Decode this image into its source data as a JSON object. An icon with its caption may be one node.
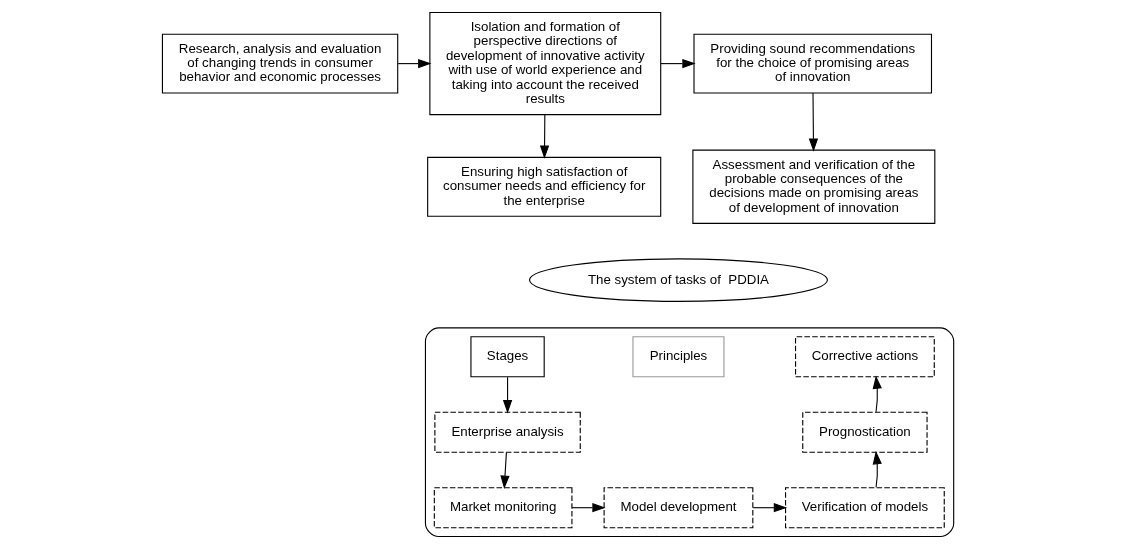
{
  "diagram": {
    "nodes": [
      {
        "text": [
          "Research, analysis and evaluation of changing trends in consumer behavior and economic processes"
        ]
      },
      {
        "text": [
          "Isolation and formation of perspective directions of development of innovative activity with use of world experience and taking into account the received results"
        ]
      },
      {
        "text": [
          "Providing sound recommendations for the choice of promising areas of innovation"
        ]
      },
      {
        "text": [
          "Ensuring high satisfaction of consumer needs and efficiency for the enterprise"
        ]
      },
      {
        "text": [
          "Assessment and verification of the probable consequences of the decisions made on promising areas of development of innovation"
        ]
      },
      {
        "text": [
          "The system of tasks of  PDDIA"
        ]
      },
      {
        "text": [],
        "shape": "ellipse"
      },
      {
        "text": [
          "Stages"
        ],
        "in": 6
      },
      {
        "text": [
          "Enterprise analysis"
        ],
        "in": 6
      },
      {
        "text": [
          "Market monitoring"
        ],
        "in": 6
      },
      {
        "text": [
          "Principles"
        ],
        "in": 6
      },
      {
        "text": [
          "Model development"
        ],
        "in": 6
      },
      {
        "text": [
          "Verification of models"
        ],
        "in": 6
      },
      {
        "text": [
          "Prognostication"
        ],
        "in": 6
      },
      {
        "text": [
          "Corrective actions"
        ],
        "in": 6
      }
    ],
    "edges": [
      {
        "from": 0,
        "to": 1,
        "arrow": "to"
      },
      {
        "from": 1,
        "to": 2,
        "arrow": "to"
      },
      {
        "from": 1,
        "to": 3,
        "arrow": "to"
      },
      {
        "from": 2,
        "to": 4,
        "arrow": "to"
      },
      {
        "from": 7,
        "to": 8,
        "arrow": "to"
      },
      {
        "from": 8,
        "to": 9,
        "arrow": "to"
      },
      {
        "from": 9,
        "to": 11,
        "arrow": "to"
      },
      {
        "from": 11,
        "to": 12,
        "arrow": "to"
      },
      {
        "from": 12,
        "to": 13,
        "arrow": "to"
      },
      {
        "from": 13,
        "to": 14,
        "arrow": "to"
      }
    ]
  }
}
